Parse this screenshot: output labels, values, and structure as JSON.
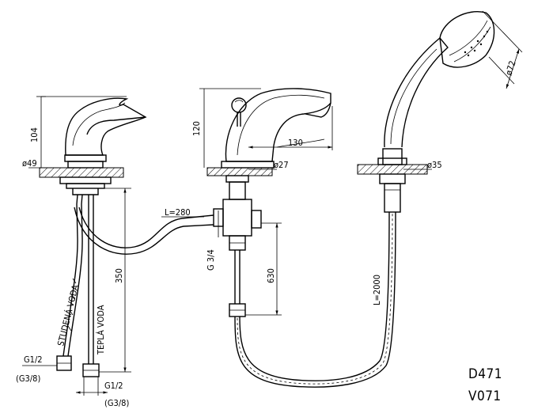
{
  "dimensions": {
    "mixer_height": "104",
    "mixer_base_dia": "ø49",
    "tap_height": "120",
    "tap_reach": "130",
    "tap_base_dia": "ø27",
    "shower_base_dia": "ø35",
    "shower_head_dia": "ø72",
    "pipe_length": "L=280",
    "thread": "G 3/4",
    "pipe_height": "350",
    "hose_height": "630",
    "hose_length": "L=2000",
    "cold_water": "STUDENÁ VODA",
    "hot_water": "TEPLÁ VODA",
    "conn_left": "G1/2",
    "conn_left_alt": "(G3/8)",
    "conn_bottom": "G1/2",
    "conn_bottom_alt": "(G3/8)"
  },
  "codes": [
    "D471",
    "V071"
  ]
}
